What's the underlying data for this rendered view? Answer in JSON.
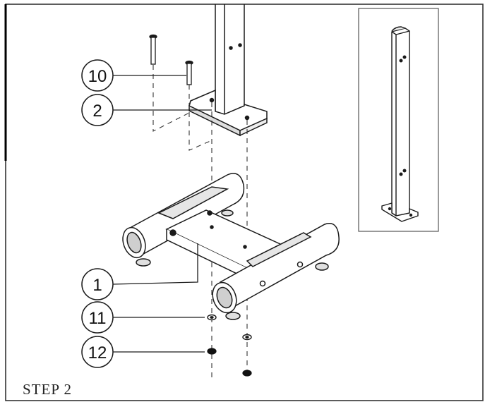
{
  "step_label": "STEP 2",
  "callouts": [
    {
      "id": "callout-10",
      "label": "10"
    },
    {
      "id": "callout-2",
      "label": "2"
    },
    {
      "id": "callout-1",
      "label": "1"
    },
    {
      "id": "callout-11",
      "label": "11"
    },
    {
      "id": "callout-12",
      "label": "12"
    }
  ],
  "colors": {
    "stroke": "#1a1a1a",
    "fill": "#ffffff",
    "shade": "#d9d9d9",
    "dark": "#111111"
  }
}
